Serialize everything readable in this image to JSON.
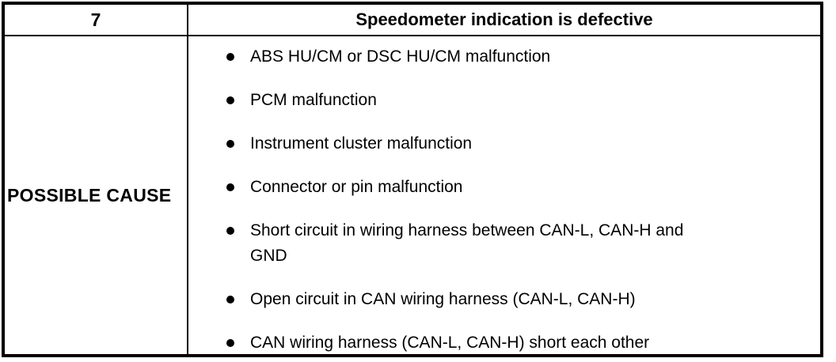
{
  "page": {
    "background_color": "#ffffff",
    "line_color": "#000000",
    "text_color": "#000000"
  },
  "icons": {
    "bullet": "filled-circle"
  },
  "table": {
    "header": {
      "index": "7",
      "symptom": "Speedometer indication is defective"
    },
    "body": {
      "label": "POSSIBLE CAUSE",
      "causes": [
        "ABS HU/CM or DSC HU/CM malfunction",
        "PCM malfunction",
        "Instrument cluster malfunction",
        "Connector or pin malfunction",
        "Short circuit in wiring harness between CAN-L, CAN-H and\nGND",
        "Open circuit in CAN wiring harness (CAN-L, CAN-H)",
        "CAN wiring harness (CAN-L, CAN-H) short each other"
      ]
    }
  }
}
